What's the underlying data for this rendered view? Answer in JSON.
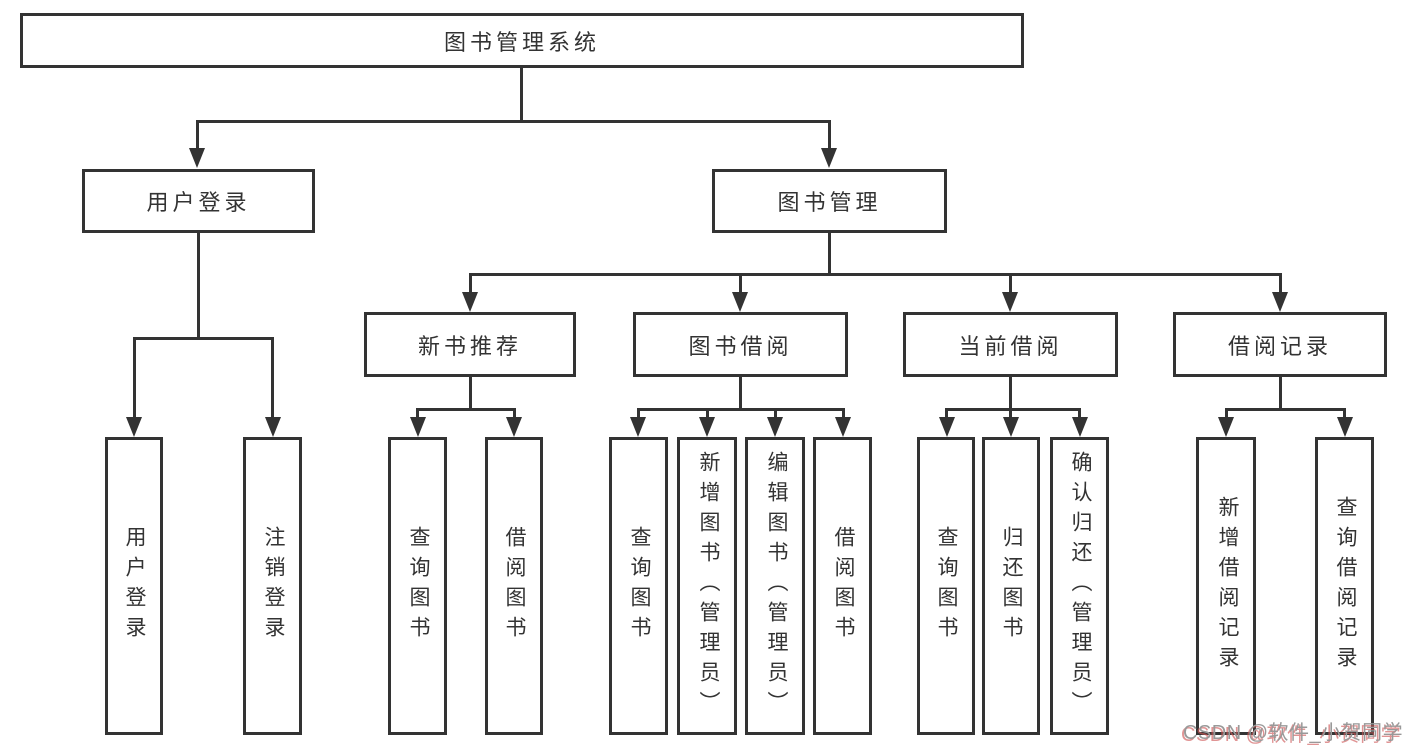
{
  "title": "图书管理系统",
  "branches": {
    "user": {
      "label": "用户登录",
      "children": [
        {
          "label": "用户登录"
        },
        {
          "label": "注销登录"
        }
      ]
    },
    "book": {
      "label": "图书管理",
      "sections": [
        {
          "label": "新书推荐",
          "children": [
            {
              "label": "查询图书"
            },
            {
              "label": "借阅图书"
            }
          ]
        },
        {
          "label": "图书借阅",
          "children": [
            {
              "label": "查询图书"
            },
            {
              "label": "新增图书（管理员）"
            },
            {
              "label": "编辑图书（管理员）"
            },
            {
              "label": "借阅图书"
            }
          ]
        },
        {
          "label": "当前借阅",
          "children": [
            {
              "label": "查询图书"
            },
            {
              "label": "归还图书"
            },
            {
              "label": "确认归还（管理员）"
            }
          ]
        },
        {
          "label": "借阅记录",
          "children": [
            {
              "label": "新增借阅记录"
            },
            {
              "label": "查询借阅记录"
            }
          ]
        }
      ]
    }
  },
  "watermark": {
    "text": "CSDN @软件_小贺同学"
  },
  "colors": {
    "line": "#333333",
    "text": "#333333",
    "background": "#ffffff",
    "watermark_text": "#999999",
    "watermark_shadow": "#d05a5a"
  }
}
